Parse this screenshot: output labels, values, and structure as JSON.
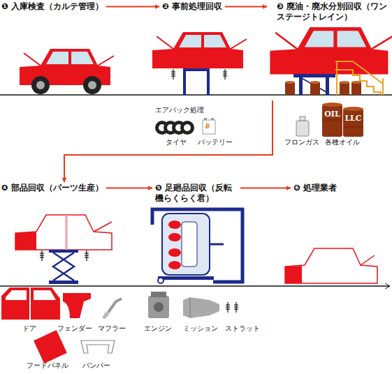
{
  "diagram": {
    "nodes": [
      {
        "text": [
          "❶ 入庫検査（カルテ管理）"
        ]
      },
      {
        "text": [
          "❷ 事前処理回収"
        ]
      },
      {
        "text": [
          "❸ 廃油・廃水分別回収（ワンステージトレイン）"
        ]
      },
      {
        "text": [
          "❹ 部品回収（パーツ生産）"
        ]
      },
      {
        "text": [
          "❺ 足廻品回収（反転機らくらく君）"
        ]
      },
      {
        "text": [
          "❻ 処理業者"
        ]
      }
    ],
    "edges": [
      {
        "from": 0,
        "to": 1,
        "arrow": "to"
      },
      {
        "from": 1,
        "to": 2,
        "arrow": "to"
      },
      {
        "from": 2,
        "to": 3,
        "arrow": "to"
      },
      {
        "from": 3,
        "to": 4,
        "arrow": "to"
      },
      {
        "from": 4,
        "to": 5,
        "arrow": "to"
      }
    ],
    "labels": [
      "エアバック処理",
      "タイヤ",
      "バッテリー",
      "B",
      "フロンガス",
      "OIL",
      "LLC",
      "各種オイル",
      "ドア",
      "フェンダー",
      "マフラー",
      "エンジン",
      "ミッション",
      "ストラット",
      "フードパネル",
      "バンパー"
    ]
  }
}
